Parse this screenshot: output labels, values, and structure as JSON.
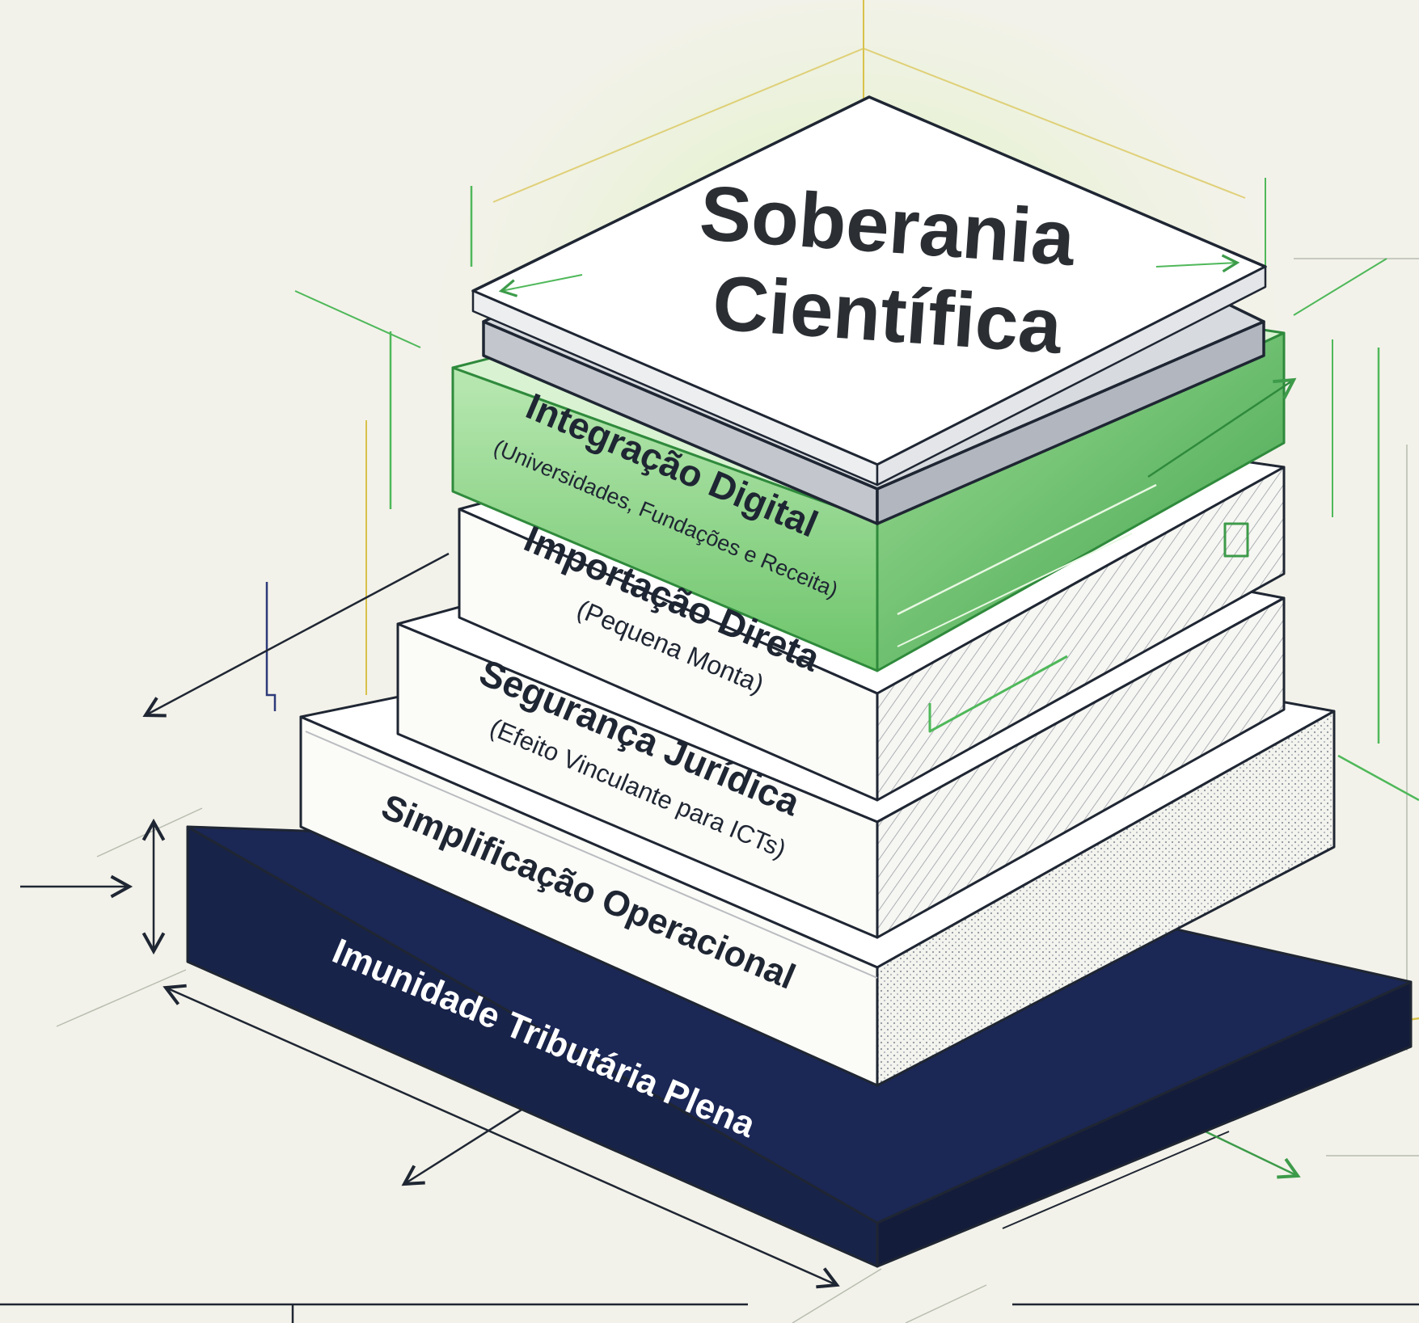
{
  "diagram": {
    "apex": {
      "line1": "Soberania",
      "line2": "Científica"
    },
    "layers": [
      {
        "title": "Integração Digital",
        "subtitle": "(Universidades, Fundações e Receita)"
      },
      {
        "title": "Importação Direta",
        "subtitle": "(Pequena Monta)"
      },
      {
        "title": "Segurança Jurídica",
        "subtitle": "(Efeito Vinculante para ICTs)"
      },
      {
        "title": "Simplificação Operacional",
        "subtitle": ""
      },
      {
        "title": "Imunidade Tributária Plena",
        "subtitle": ""
      }
    ]
  },
  "colors": {
    "background": "#f3f2ea",
    "navy": "#18234a",
    "green": "#4fb85a",
    "green_light": "#c8ecc4",
    "gold": "#d8c24a",
    "outline": "#1f2633"
  }
}
